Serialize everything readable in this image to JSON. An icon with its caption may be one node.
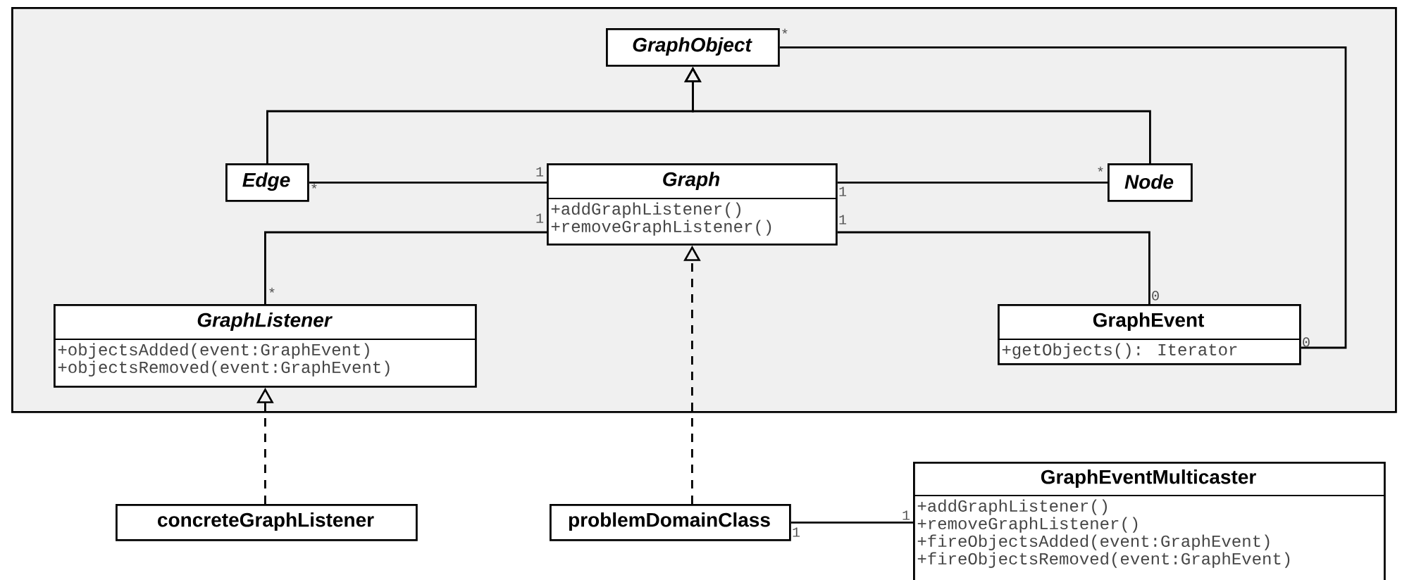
{
  "diagram": {
    "nodes": [
      {
        "text": [],
        "shape": "box"
      },
      {
        "text": [
          "GraphObject"
        ],
        "in": 0
      },
      {
        "text": [
          "Edge"
        ],
        "in": 0
      },
      {
        "text": [
          "Graph",
          "+addGraphListener()",
          "+removeGraphListener()"
        ],
        "in": 0
      },
      {
        "text": [
          "Node"
        ],
        "in": 0
      },
      {
        "text": [
          "GraphListener",
          "+objectsAdded(event:GraphEvent)",
          "+objectsRemoved(event:GraphEvent)"
        ],
        "in": 0
      },
      {
        "text": [
          "GraphEvent",
          "+getObjects(): Iterator"
        ],
        "in": 0
      },
      {
        "text": [
          "concreteGraphListener"
        ]
      },
      {
        "text": [
          "problemDomainClass"
        ]
      },
      {
        "text": [
          "GraphEventMulticaster",
          "+addGraphListener()",
          "+removeGraphListener()",
          "+fireObjectsAdded(event:GraphEvent)",
          "+fireObjectsRemoved(event:GraphEvent)"
        ]
      }
    ],
    "edges": [
      {
        "from": 2,
        "to": 1,
        "arrow": "to"
      },
      {
        "from": 4,
        "to": 1,
        "arrow": "to"
      },
      {
        "from": 1,
        "to": 6,
        "arrow": "none"
      },
      {
        "from": 2,
        "to": 3,
        "arrow": "none"
      },
      {
        "from": 3,
        "to": 4,
        "arrow": "none"
      },
      {
        "from": 3,
        "to": 5,
        "arrow": "none"
      },
      {
        "from": 3,
        "to": 6,
        "arrow": "none"
      },
      {
        "from": 7,
        "to": 5,
        "arrow": "to",
        "style": "dashed"
      },
      {
        "from": 8,
        "to": 3,
        "arrow": "to",
        "style": "dashed"
      },
      {
        "from": 8,
        "to": 9,
        "arrow": "none"
      }
    ],
    "labels": [
      "*",
      "1",
      "*",
      "1",
      "*",
      "1",
      "1",
      "*",
      "0",
      "0",
      "1",
      "1"
    ]
  }
}
